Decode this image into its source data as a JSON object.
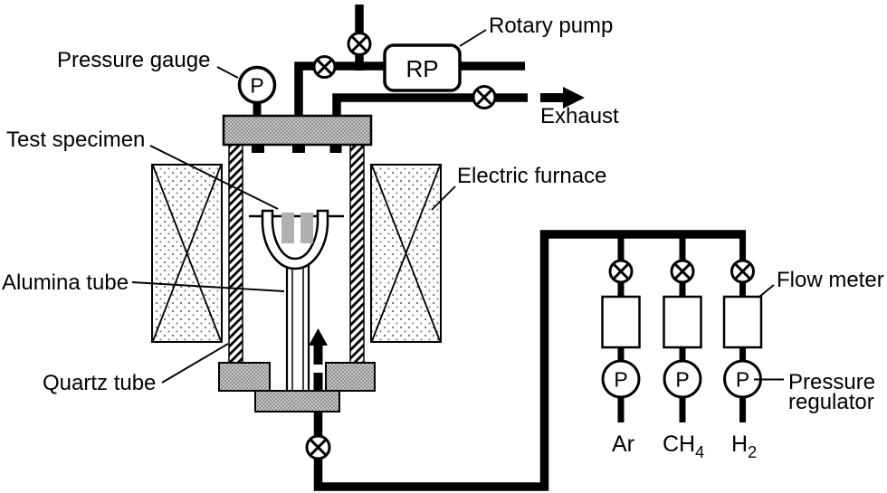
{
  "figure": {
    "type": "apparatus-schematic",
    "labels": {
      "pressure_gauge": "Pressure gauge",
      "test_specimen": "Test specimen",
      "alumina_tube": "Alumina tube",
      "quartz_tube": "Quartz tube",
      "electric_furnace": "Electric furnace",
      "rotary_pump": "Rotary pump",
      "exhaust": "Exhaust",
      "flow_meter": "Flow meter",
      "pressure_regulator": [
        "Pressure",
        "regulator"
      ]
    },
    "symbols": {
      "rotary_pump_abbr": "RP",
      "pressure_letter": "P"
    },
    "gas_lines": [
      {
        "label": "Ar",
        "base": "Ar",
        "sub": ""
      },
      {
        "label": "CH₄",
        "base": "CH",
        "sub": "4"
      },
      {
        "label": "H₂",
        "base": "H",
        "sub": "2"
      }
    ],
    "colors": {
      "line": "#000000",
      "background": "#ffffff",
      "specimen_gray": "#b0b0b0",
      "flange_gray": "#c9c9c9",
      "flange_gray_dark": "#8f8f8f"
    }
  }
}
